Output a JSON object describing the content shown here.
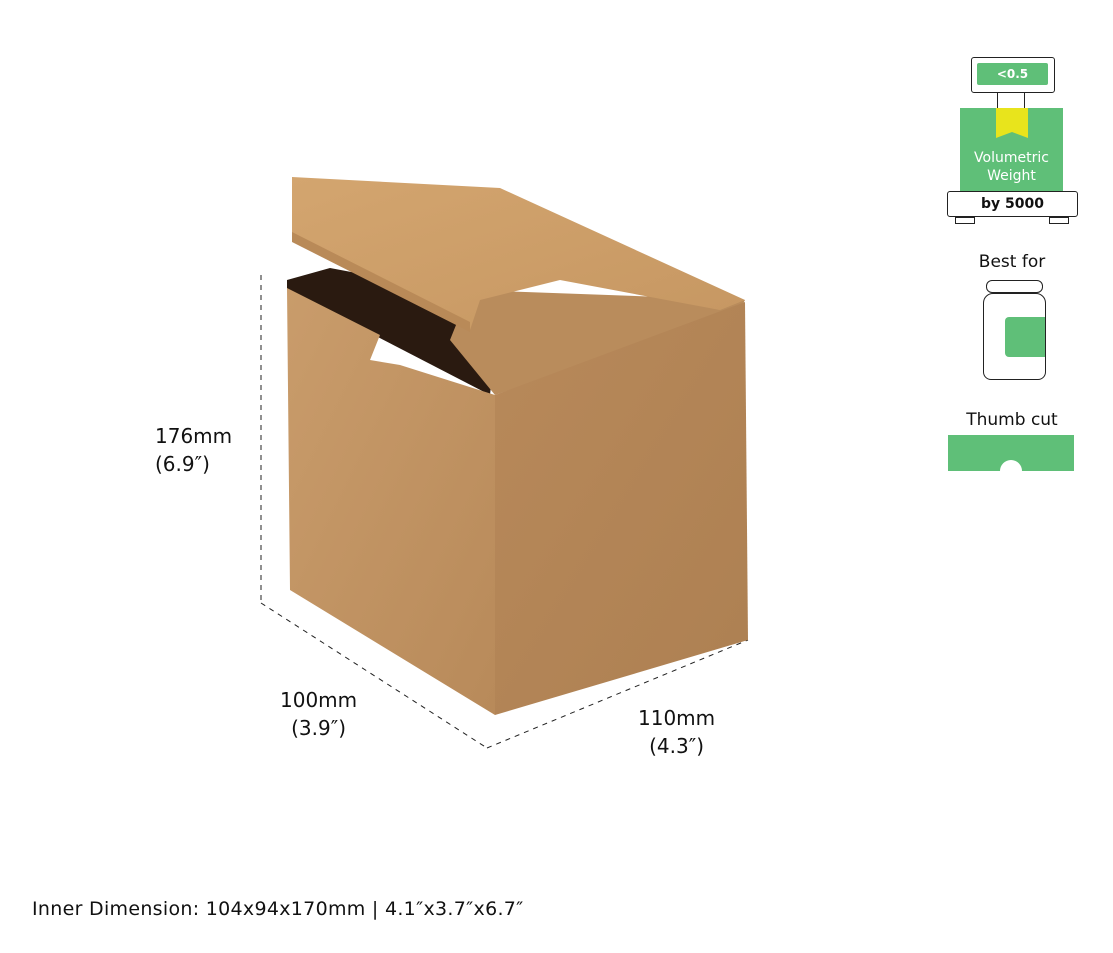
{
  "dimensions": {
    "height": {
      "mm": "176mm",
      "inch": "(6.9″)"
    },
    "depth": {
      "mm": "100mm",
      "inch": "(3.9″)"
    },
    "width": {
      "mm": "110mm",
      "inch": "(4.3″)"
    }
  },
  "badges": {
    "volumetric": {
      "value": "<0.5",
      "label_line1": "Volumetric",
      "label_line2": "Weight",
      "divisor": "by 5000"
    },
    "best_for": {
      "label": "Best for"
    },
    "thumb_cut": {
      "label": "Thumb cut"
    }
  },
  "inner_dimension": "Inner Dimension: 104x94x170mm | 4.1″x3.7″x6.7″",
  "colors": {
    "green": "#5fbf78",
    "yellow": "#e8e41c",
    "cardboard": "#c49868"
  }
}
